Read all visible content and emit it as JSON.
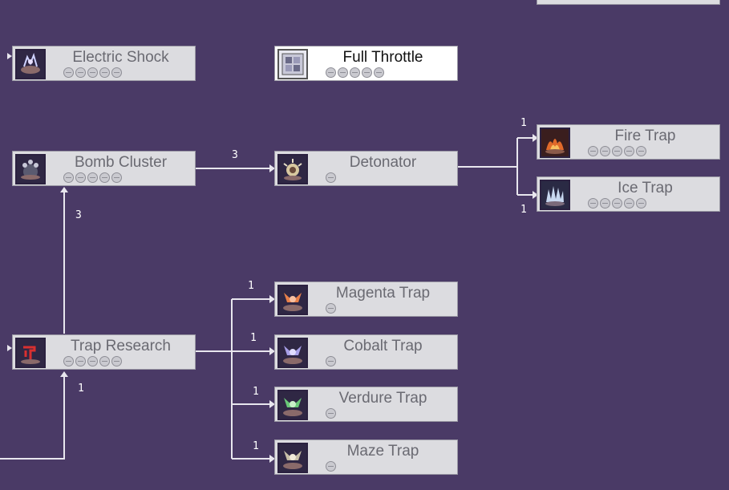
{
  "nodes": {
    "electric_shock": {
      "name": "Electric Shock",
      "max_level": 5
    },
    "full_throttle": {
      "name": "Full Throttle",
      "max_level": 5
    },
    "bomb_cluster": {
      "name": "Bomb Cluster",
      "max_level": 5
    },
    "detonator": {
      "name": "Detonator",
      "max_level": 1
    },
    "fire_trap": {
      "name": "Fire Trap",
      "max_level": 5
    },
    "ice_trap": {
      "name": "Ice Trap",
      "max_level": 5
    },
    "trap_research": {
      "name": "Trap Research",
      "max_level": 5
    },
    "magenta_trap": {
      "name": "Magenta Trap",
      "max_level": 1
    },
    "cobalt_trap": {
      "name": "Cobalt Trap",
      "max_level": 1
    },
    "verdure_trap": {
      "name": "Verdure Trap",
      "max_level": 1
    },
    "maze_trap": {
      "name": "Maze Trap",
      "max_level": 1
    }
  },
  "requirements": {
    "bomb_to_detonator": "3",
    "research_to_bomb": "3",
    "detonator_to_fire": "1",
    "detonator_to_ice": "1",
    "research_to_magenta": "1",
    "research_to_cobalt": "1",
    "research_to_verdure": "1",
    "research_to_maze": "1",
    "into_research": "1"
  },
  "colors": {
    "background": "#4a3a66",
    "node": "#dcdce0",
    "node_selected": "#ffffff",
    "connector": "#e8e6ee"
  }
}
